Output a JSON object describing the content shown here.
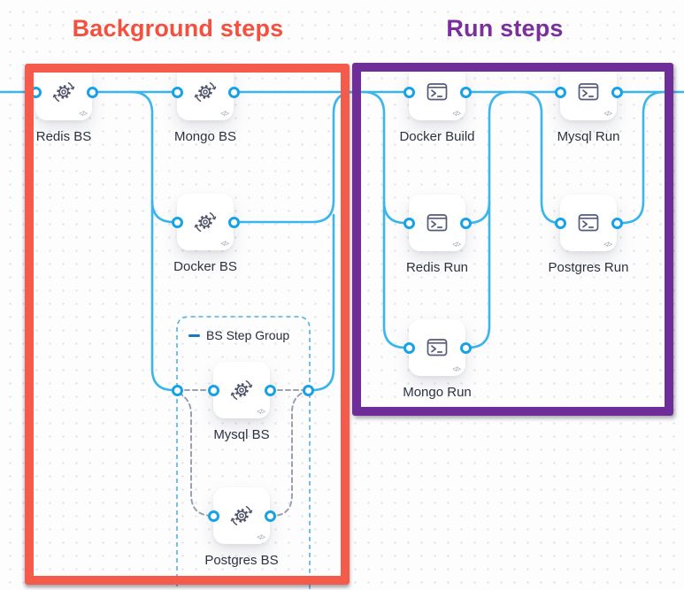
{
  "titles": {
    "background": "Background steps",
    "run": "Run steps"
  },
  "step_group": {
    "label": "BS Step Group",
    "collapse_icon": "minus-icon"
  },
  "nodes": [
    {
      "id": "redis-bs",
      "label": "Redis BS",
      "type": "background",
      "icon": "gear-sync-icon"
    },
    {
      "id": "mongo-bs",
      "label": "Mongo BS",
      "type": "background",
      "icon": "gear-sync-icon"
    },
    {
      "id": "docker-bs",
      "label": "Docker BS",
      "type": "background",
      "icon": "gear-sync-icon"
    },
    {
      "id": "mysql-bs",
      "label": "Mysql BS",
      "type": "background",
      "icon": "gear-sync-icon"
    },
    {
      "id": "postgres-bs",
      "label": "Postgres BS",
      "type": "background",
      "icon": "gear-sync-icon"
    },
    {
      "id": "docker-build",
      "label": "Docker Build",
      "type": "run",
      "icon": "terminal-icon"
    },
    {
      "id": "mysql-run",
      "label": "Mysql Run",
      "type": "run",
      "icon": "terminal-icon"
    },
    {
      "id": "redis-run",
      "label": "Redis Run",
      "type": "run",
      "icon": "terminal-icon"
    },
    {
      "id": "postgres-run",
      "label": "Postgres Run",
      "type": "run",
      "icon": "terminal-icon"
    },
    {
      "id": "mongo-run",
      "label": "Mongo Run",
      "type": "run",
      "icon": "terminal-icon"
    }
  ],
  "icons": {
    "code_glyph": "</>"
  },
  "colors": {
    "background_box": "#f55b4a",
    "background_title": "#f4503d",
    "run_box": "#6f2d99",
    "run_title": "#7b2f9d",
    "wire": "#3ab6ec",
    "port_ring": "#18a2e6",
    "dashed_wire": "#9aa0ae",
    "group_border": "#4fb1e6",
    "collapse_icon": "#1179c8"
  }
}
